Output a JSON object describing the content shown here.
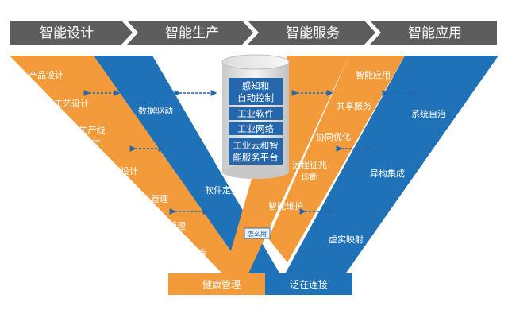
{
  "header": {
    "stages": [
      "智能设计",
      "智能生产",
      "智能服务",
      "智能应用"
    ]
  },
  "colors": {
    "orange": "#f39a3a",
    "blue": "#1f72b8",
    "header": "#5d5d5d",
    "cylinder_box": "#2467ad"
  },
  "left_orange": {
    "items": [
      "产品设计",
      "工艺设计",
      "生产线",
      "设计",
      "工厂设计",
      "设备管理",
      "生产管理",
      "柔性制造"
    ],
    "bottom": "健康管理"
  },
  "left_blue": {
    "items": [
      "数据驱动",
      "软件定义"
    ]
  },
  "center": {
    "badge": "怎么用",
    "cylinder_items": [
      "感知和",
      "自动控制",
      "工业软件",
      "工业网络",
      "工业云和智",
      "能服务平台"
    ]
  },
  "right_orange": {
    "items": [
      "智能应用",
      "共享服务",
      "协同优化",
      "远程征兆",
      "诊断",
      "智能维护"
    ]
  },
  "right_blue": {
    "items": [
      "系统自治",
      "异构集成",
      "虚实映射"
    ],
    "bottom": "泛在连接"
  }
}
